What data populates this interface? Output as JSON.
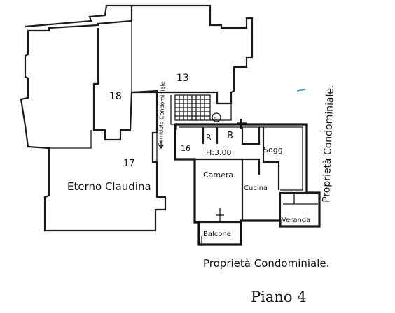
{
  "labels": {
    "unit_13": "13",
    "unit_18": "18",
    "unit_17": "17",
    "unit_16": "16",
    "owner_name": "Eterno Claudina",
    "corridor": "Corridoio Condominiale",
    "room_r": "R",
    "room_b": "B",
    "height": "H:3.00",
    "soggiorno": "Sogg.",
    "camera": "Camera",
    "cucina": "Cucina",
    "veranda": "Veranda",
    "balcone": "Balcone",
    "lift_mark": "C",
    "condo_right": "Proprietà Condominiale.",
    "condo_bottom": "Proprietà Condominiale.",
    "floor": "Piano 4"
  },
  "colors": {
    "ink": "#111111",
    "accent_mark": "#2aa0d0"
  }
}
